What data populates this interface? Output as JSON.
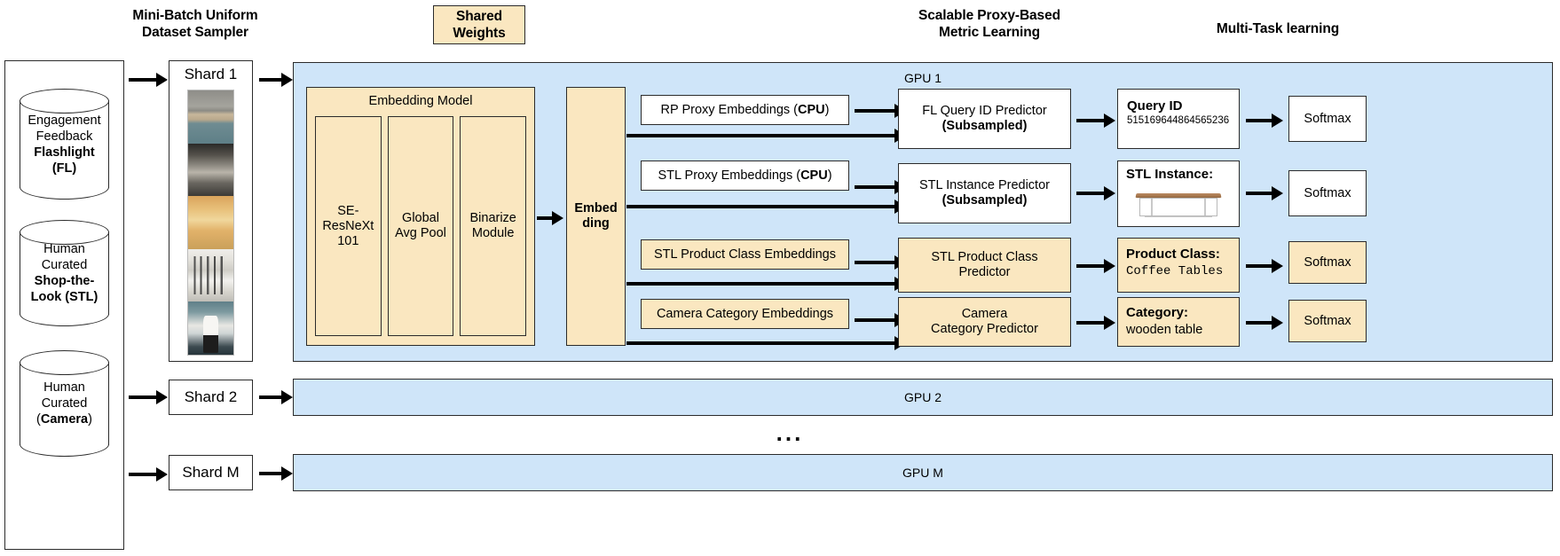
{
  "headers": {
    "sampler": "Mini-Batch Uniform\nDataset Sampler",
    "sampler_line1": "Mini-Batch Uniform",
    "sampler_line2": "Dataset Sampler",
    "shared_weights_line1": "Shared",
    "shared_weights_line2": "Weights",
    "metric_line1": "Scalable Proxy-Based",
    "metric_line2": "Metric Learning",
    "multitask": "Multi-Task learning"
  },
  "datasets": [
    {
      "line1": "Engagement",
      "line2": "Feedback",
      "bold1": "Flashlight",
      "bold2": "(FL)"
    },
    {
      "line1": "Human",
      "line2": "Curated",
      "bold1": "Shop-the-",
      "bold2": "Look (STL)"
    },
    {
      "line1": "Human",
      "line2": "Curated",
      "bold1": "(Camera)",
      "bold_wrap_prefix": "(",
      "bold_wrap_suffix": ")"
    }
  ],
  "dataset3": {
    "line1": "Human",
    "line2": "Curated",
    "paren_open": "(",
    "bold": "Camera",
    "paren_close": ")"
  },
  "shards": [
    {
      "label": "Shard 1"
    },
    {
      "label": "Shard 2"
    },
    {
      "label": "Shard M"
    }
  ],
  "gpus": [
    {
      "label": "GPU 1"
    },
    {
      "label": "GPU 2"
    },
    {
      "label": "GPU M"
    }
  ],
  "ellipsis": "...",
  "embedding_model": {
    "title": "Embedding Model",
    "blocks": [
      {
        "line1": "SE-",
        "line2": "ResNeXt",
        "line3": "101"
      },
      {
        "line1": "Global",
        "line2": "Avg Pool",
        "line3": ""
      },
      {
        "line1": "Binarize",
        "line2": "Module",
        "line3": ""
      }
    ]
  },
  "embedding": {
    "line1": "Embed",
    "line2": "ding"
  },
  "proxy_embeddings": [
    {
      "text": "RP Proxy Embeddings (",
      "bold": "CPU",
      "tail": ")",
      "style": "white"
    },
    {
      "text": "STL Proxy Embeddings (",
      "bold": "CPU",
      "tail": ")",
      "style": "white"
    },
    {
      "text": "STL Product Class Embeddings",
      "bold": "",
      "tail": "",
      "style": "yellow"
    },
    {
      "text": "Camera Category Embeddings",
      "bold": "",
      "tail": "",
      "style": "yellow"
    }
  ],
  "predictors": [
    {
      "line1": "FL Query ID Predictor",
      "bold_line2": "(Subsampled)",
      "style": "white"
    },
    {
      "line1": "STL Instance Predictor",
      "bold_line2": "(Subsampled)",
      "style": "white"
    },
    {
      "line1": "STL Product Class",
      "line2": "Predictor",
      "style": "yellow"
    },
    {
      "line1": "Camera",
      "line2": "Category Predictor",
      "style": "yellow"
    }
  ],
  "outputs": [
    {
      "title": "Query ID",
      "value": "515169644864565236",
      "style": "white",
      "kind": "text"
    },
    {
      "title": "STL Instance:",
      "value": "",
      "style": "white",
      "kind": "image"
    },
    {
      "title": "Product Class:",
      "value": "Coffee Tables",
      "style": "yellow",
      "kind": "mono"
    },
    {
      "title": "Category:",
      "value": "wooden table",
      "style": "yellow",
      "kind": "text"
    }
  ],
  "softmax": [
    {
      "label": "Softmax",
      "style": "white"
    },
    {
      "label": "Softmax",
      "style": "white"
    },
    {
      "label": "Softmax",
      "style": "yellow"
    },
    {
      "label": "Softmax",
      "style": "yellow"
    }
  ],
  "colors": {
    "gpu_blue": "#cfe5f9",
    "module_yellow": "#fae7c0",
    "box_white": "#ffffff",
    "stroke": "#2b2b2b"
  }
}
